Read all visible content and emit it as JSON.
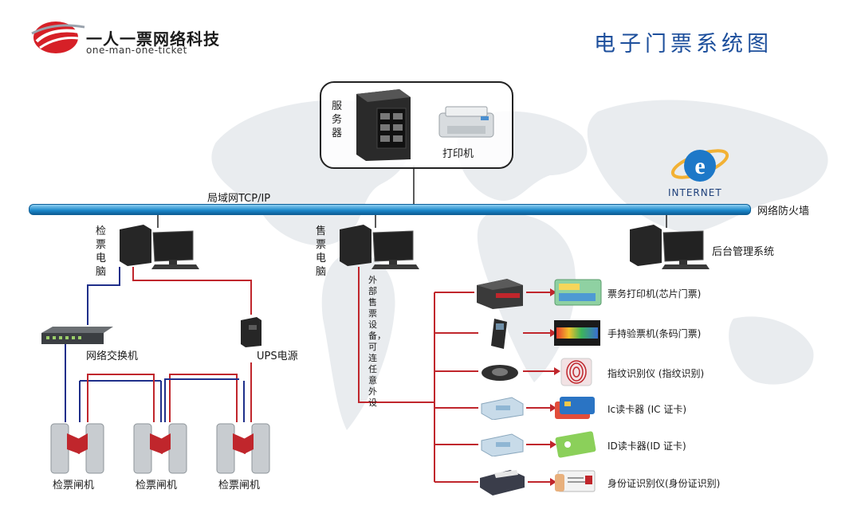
{
  "brand": {
    "name_cn": "一人一票网络科技",
    "name_en": "one-man-one-ticket"
  },
  "title": "电子门票系统图",
  "network": {
    "bus_label": "局域网TCP/IP",
    "firewall_label": "网络防火墙",
    "internet_label": "INTERNET"
  },
  "server_group": {
    "server_label": "服务器",
    "printer_label": "打印机"
  },
  "left": {
    "check_pc_label": "检票电脑",
    "switch_label": "网络交换机",
    "ups_label": "UPS电源",
    "gates": [
      "检票闸机",
      "检票闸机",
      "检票闸机"
    ]
  },
  "center": {
    "sale_pc_label": "售票电脑",
    "peripheral_note": "外部售票设备，可连任意外设"
  },
  "right": {
    "admin_label": "后台管理系统"
  },
  "peripherals": [
    {
      "label": "票务打印机(芯片门票)",
      "device_icon": "ticket-printer-icon",
      "media_icon": "chip-ticket-icon"
    },
    {
      "label": "手持验票机(条码门票)",
      "device_icon": "handheld-scanner-icon",
      "media_icon": "barcode-ticket-icon"
    },
    {
      "label": "指纹识别仪 (指纹识别)",
      "device_icon": "fingerprint-reader-icon",
      "media_icon": "fingerprint-icon"
    },
    {
      "label": "Ic读卡器 (IC 证卡)",
      "device_icon": "ic-reader-icon",
      "media_icon": "ic-card-icon"
    },
    {
      "label": "ID读卡器(ID 证卡)",
      "device_icon": "id-reader-icon",
      "media_icon": "id-card-icon"
    },
    {
      "label": "身份证识别仪(身份证识别)",
      "device_icon": "id-scanner-icon",
      "media_icon": "identity-card-icon"
    }
  ],
  "colors": {
    "title": "#1d4f9c",
    "bus": "#1a86c9",
    "red_line": "#c0262c",
    "blue_line": "#1f2f8a",
    "logo_red": "#d62027"
  }
}
